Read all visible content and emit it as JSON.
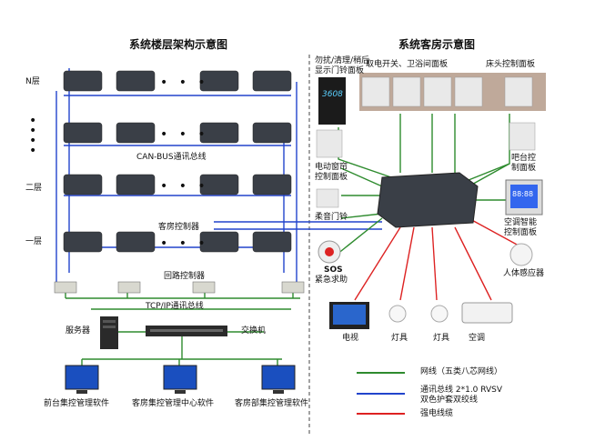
{
  "left": {
    "title": "系统楼层架构示意图",
    "floors": {
      "n": "N层",
      "two": "二层",
      "one": "一层"
    },
    "can_bus": "CAN-BUS通讯总线",
    "room_controller": "客房控制器",
    "loop_controller": "回路控制器",
    "tcpip_bus": "TCP/IP通讯总线",
    "server": "服务器",
    "switch": "交换机",
    "pc1": "前台集控管理软件",
    "pc2": "客房集控管理中心软件",
    "pc3": "客房部集控管理软件"
  },
  "right": {
    "title": "系统客房示意图",
    "dnd_panel": "勿扰/清理/稍后显示门铃面板",
    "dnd_line1": "勿扰/清理/稍后",
    "dnd_line2": "显示门铃面板",
    "card_panel": "取电开关、卫浴间面板",
    "bed_panel": "床头控制面板",
    "curtain_line1": "电动窗帘",
    "curtain_line2": "控制面板",
    "bar_line1": "吧台控",
    "bar_line2": "制面板",
    "doorbell": "柔音门铃",
    "ac_panel_line1": "空调智能",
    "ac_panel_line2": "控制面板",
    "sos_line1": "SOS",
    "sos_line2": "紧急求助",
    "sensor": "人体感应器",
    "tv": "电视",
    "lamp1": "灯具",
    "lamp2": "灯具",
    "ac": "空调",
    "display_digits": "3608",
    "thermo_digits": "88:88"
  },
  "legend": [
    {
      "label": "网线（五类八芯网线）",
      "color": "#2e8b2e"
    },
    {
      "label": "通讯总线 2*1.0 RVSV",
      "label2": "双色护套双绞线",
      "color": "#2244cc"
    },
    {
      "label": "强电线缆",
      "color": "#dd2222"
    }
  ]
}
